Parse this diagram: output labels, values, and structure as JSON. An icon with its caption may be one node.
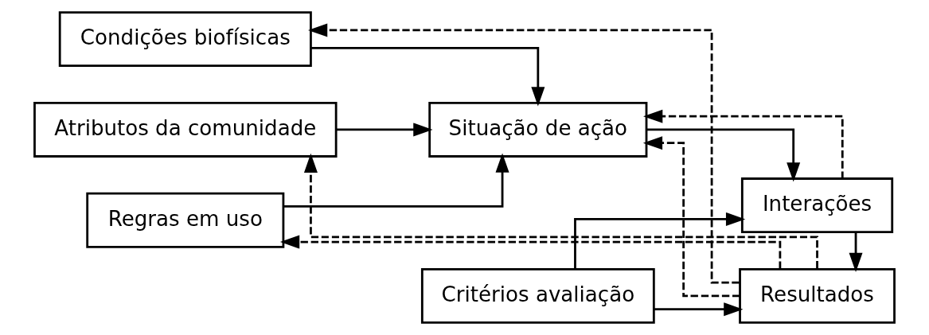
{
  "diagram": {
    "nodes": [
      {
        "text": [
          "Condições biofísicas"
        ]
      },
      {
        "text": [
          "Atributos da comunidade"
        ]
      },
      {
        "text": [
          "Regras em uso"
        ]
      },
      {
        "text": [
          "Situação de ação"
        ]
      },
      {
        "text": [
          "Interações"
        ]
      },
      {
        "text": [
          "Critérios avaliação"
        ]
      },
      {
        "text": [
          "Resultados"
        ]
      }
    ],
    "edges": [
      {
        "from": 0,
        "to": 3,
        "arrow": "to"
      },
      {
        "from": 1,
        "to": 3,
        "arrow": "to"
      },
      {
        "from": 2,
        "to": 3,
        "arrow": "to"
      },
      {
        "from": 3,
        "to": 4,
        "arrow": "to"
      },
      {
        "from": 4,
        "to": 3,
        "arrow": "to",
        "style": "dashed"
      },
      {
        "from": 4,
        "to": 6,
        "arrow": "to"
      },
      {
        "from": 5,
        "to": 4,
        "arrow": "to"
      },
      {
        "from": 5,
        "to": 6,
        "arrow": "to"
      },
      {
        "from": 6,
        "to": 3,
        "arrow": "to",
        "style": "dashed"
      },
      {
        "from": 6,
        "to": 0,
        "arrow": "to",
        "style": "dashed"
      },
      {
        "from": 6,
        "to": 1,
        "arrow": "to",
        "style": "dashed"
      },
      {
        "from": 6,
        "to": 2,
        "arrow": "to",
        "style": "dashed"
      }
    ]
  }
}
